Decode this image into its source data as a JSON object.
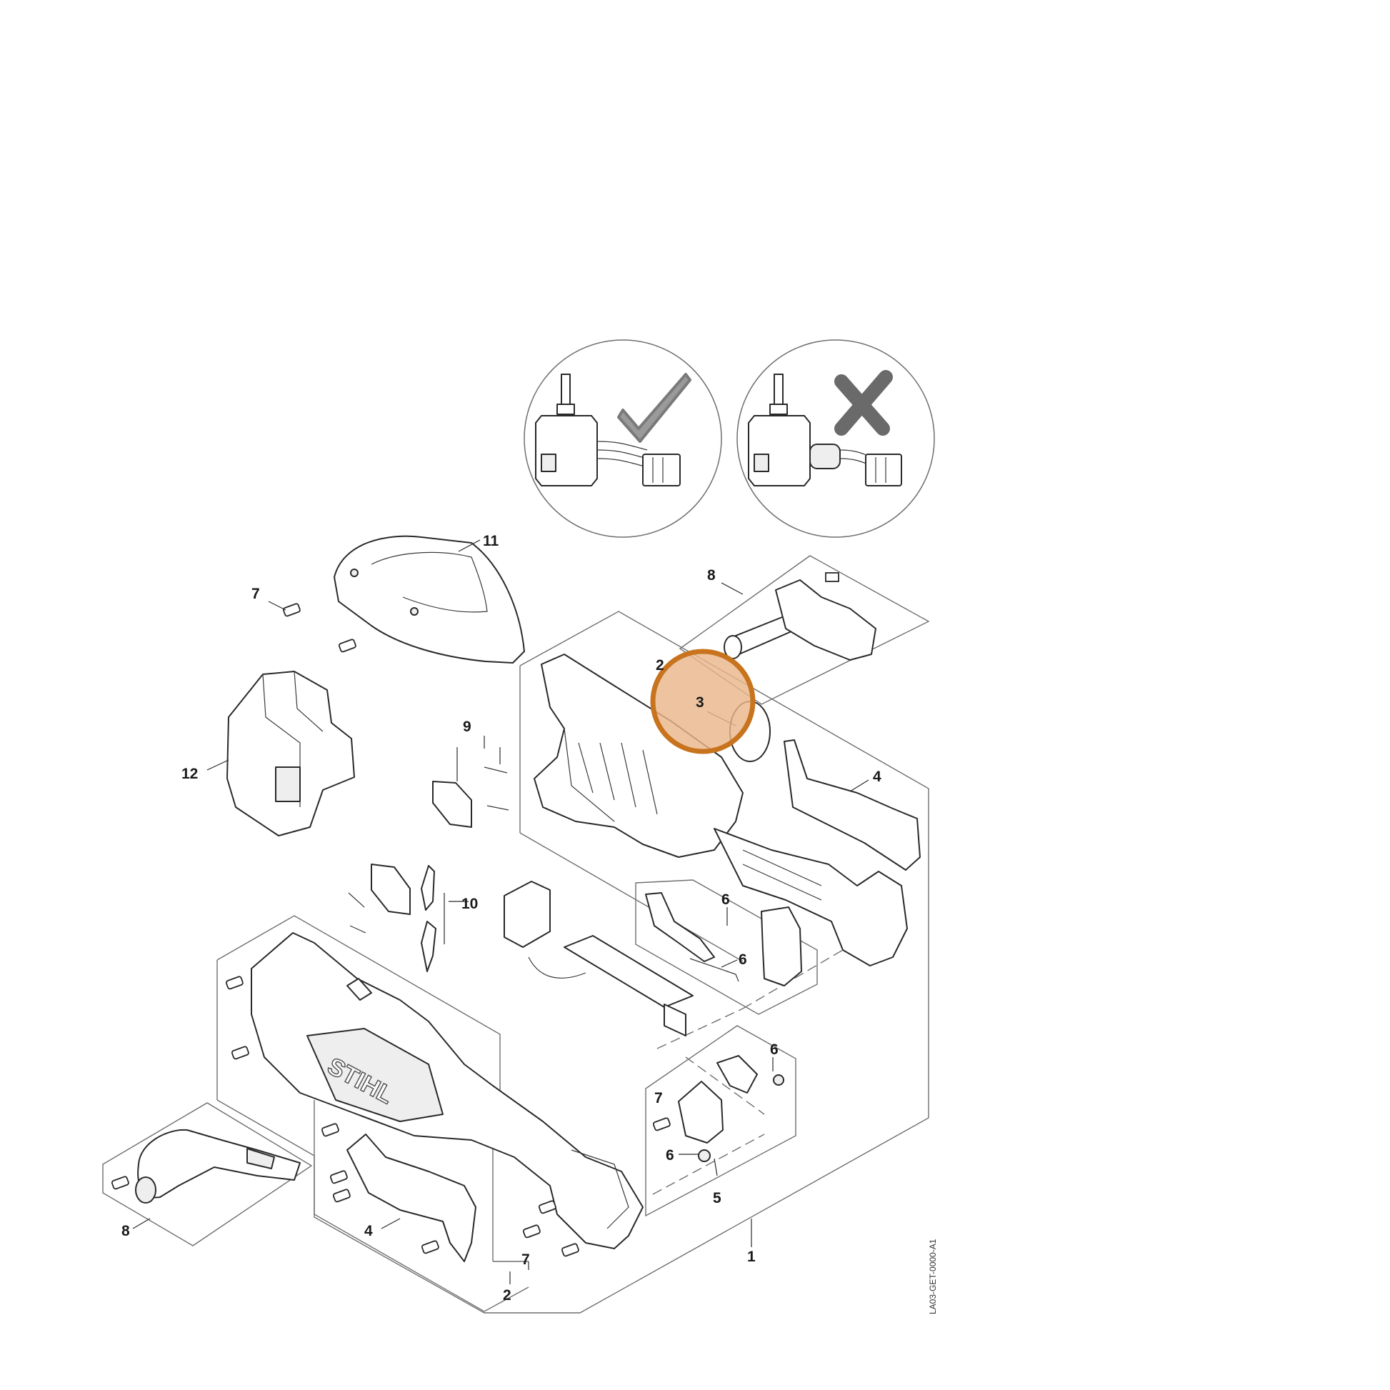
{
  "diagram": {
    "highlight_color": "#c8731d",
    "highlight_fill": "#e9b78a",
    "callouts": {
      "c1": "1",
      "c2_bottom": "2",
      "c2_mid": "2",
      "c3": "3",
      "c4_right": "4",
      "c4_bottom": "4",
      "c5": "5",
      "c6_a": "6",
      "c6_b": "6",
      "c6_c": "6",
      "c6_d": "6",
      "c7_top": "7",
      "c7_mid": "7",
      "c7_bottom": "7",
      "c8_top": "8",
      "c8_left": "8",
      "c9": "9",
      "c10": "10",
      "c11": "11",
      "c12": "12"
    },
    "brand_mark": "STIHL",
    "drawing_id": "LA03-GET-0000-A1",
    "insets": {
      "correct_icon": "checkmark-icon",
      "incorrect_icon": "cross-icon"
    }
  }
}
